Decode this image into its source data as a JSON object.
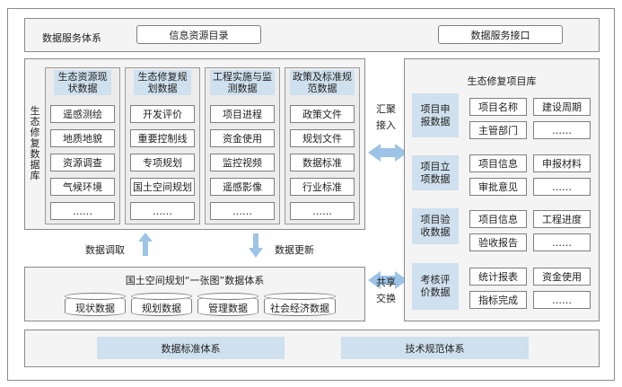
{
  "top_bar": {
    "label": "数据服务体系",
    "box_left": "信息资源目录",
    "box_right": "数据服务接口"
  },
  "eco_db": {
    "side_label": "生态修复数据库",
    "columns": [
      {
        "header": "生态资源现状数据",
        "items": [
          "遥感测绘",
          "地质地貌",
          "资源调查",
          "气候环境",
          "……"
        ]
      },
      {
        "header": "生态修复规划数据",
        "items": [
          "开发评价",
          "重要控制线",
          "专项规划",
          "国土空间规划",
          "……"
        ]
      },
      {
        "header": "工程实施与监测数据",
        "items": [
          "项目进程",
          "资金使用",
          "监控视频",
          "遥感影像",
          "……"
        ]
      },
      {
        "header": "政策及标准规范数据",
        "items": [
          "政策文件",
          "规划文件",
          "数据标准",
          "行业标准",
          "……"
        ]
      }
    ]
  },
  "arrows": {
    "aggregate": "汇聚接入",
    "data_call": "数据调取",
    "data_update": "数据更新",
    "share": "共享交换"
  },
  "onemap": {
    "title": "国土空间规划“一张图”数据体系",
    "cylinders": [
      "现状数据",
      "规划数据",
      "管理数据",
      "社会经济数据"
    ]
  },
  "project_db": {
    "title": "生态修复项目库",
    "stages": [
      {
        "name": "项目申报数据",
        "items": [
          "项目名称",
          "建设周期",
          "主管部门",
          "……"
        ]
      },
      {
        "name": "项目立项数据",
        "items": [
          "项目信息",
          "申报材料",
          "审批意见",
          "……"
        ]
      },
      {
        "name": "项目验收数据",
        "items": [
          "项目信息",
          "工程进度",
          "验收报告",
          "……"
        ]
      },
      {
        "name": "考核评价数据",
        "items": [
          "统计报表",
          "资金使用",
          "指标完成",
          "……"
        ]
      }
    ]
  },
  "bottom_bar": {
    "left": "数据标准体系",
    "right": "技术规范体系"
  },
  "colors": {
    "accent_blue": "#cfe0ee",
    "arrow_blue": "#9dc3e6",
    "border": "#8a8a8a"
  }
}
